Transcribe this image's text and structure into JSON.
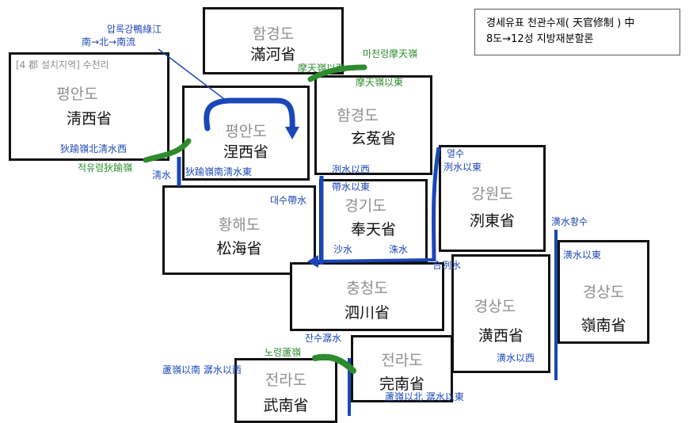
{
  "title": {
    "line1": "경세유표 천관수제( 天官修制 ) 中",
    "line2": "8도→12성 지방재분할론"
  },
  "regions": {
    "hamgyeong_north": {
      "kr": "함경도",
      "cn": "滿河省"
    },
    "pyeongan_west": {
      "kr": "평안도",
      "cn": "淸西省",
      "note": "[4 郡 설치지역] 수천리"
    },
    "pyeongan_east": {
      "kr": "평안도",
      "cn": "涅西省"
    },
    "hamgyeong_south": {
      "kr": "함경도",
      "cn": "玄菟省"
    },
    "gangwon": {
      "kr": "강원도",
      "cn": "洌東省"
    },
    "hwanghae": {
      "kr": "황해도",
      "cn": "松海省"
    },
    "gyeonggi": {
      "kr": "경기도",
      "cn": "奉天省"
    },
    "chungcheong": {
      "kr": "충청도",
      "cn": "泗川省"
    },
    "gyeongsang_west": {
      "kr": "경상도",
      "cn": "潢西省"
    },
    "gyeongsang_east": {
      "kr": "경상도",
      "cn": "嶺南省"
    },
    "jeolla_east": {
      "kr": "전라도",
      "cn": "完南省"
    },
    "jeolla_west": {
      "kr": "전라도",
      "cn": "武南省"
    }
  },
  "labels": {
    "amnok_river": "압록강鴨綠江",
    "amnok_flow": "南→北→南流",
    "macheon_ridge": "마천령摩天嶺",
    "motian_west": "摩天嶺以西",
    "motian_east": "摩天嶺以東",
    "diyu_north": "狄踰嶺北淸水西",
    "jeokyu_ridge": "적유령狄踰嶺",
    "cheongsu": "淸水",
    "diyu_south": "狄踰嶺南淸水東",
    "lieshui_west": "洌水以西",
    "yeolsu": "열수",
    "lieshui_east_g": "洌水以東",
    "daesu": "대수帶水",
    "daishui_east": "帶水以東",
    "shashui": "沙水",
    "zhushui": "洙水",
    "he_lieshui": "合洌水",
    "hwangsu": "潢水황수",
    "huang_east": "潢水以東",
    "huang_west": "潢水以西",
    "jansu": "잔수潺水",
    "noryeong": "노령蘆嶺",
    "luling_south": "蘆嶺以南 潺水以西",
    "luling_north": "蘆嶺以北 潺水以東"
  },
  "colors": {
    "river": "#1a47b8",
    "ridge": "#2e8b2e",
    "border": "#111111",
    "muted": "#8f8f8f"
  }
}
